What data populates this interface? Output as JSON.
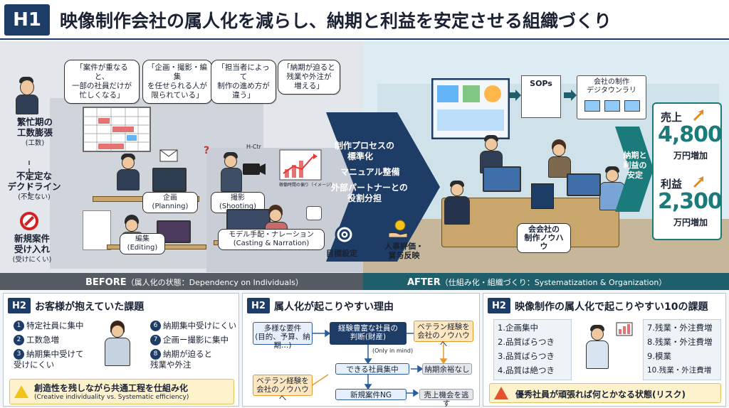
{
  "header": {
    "badge": "H1",
    "title": "映像制作会社の属人化を減らし、納期と利益を安定させる組織づくり"
  },
  "before": {
    "bubbles": [
      "「案件が重なると、\n一部の社員だけが\n忙しくなる」",
      "「企画・撮影・編集\nを任せられる人が\n限られている」",
      "「担当者によって\n制作の進め方が\n違う」",
      "「納期が迫ると\n残業や外注が\n増える」"
    ],
    "left_items": [
      {
        "main": "繁忙期の\n工数膨張",
        "sub": "(工数)"
      },
      {
        "main": "不定定な\nデクドライン",
        "sub": "(不定ない)"
      },
      {
        "main": "新規案件\n受け入れ",
        "sub": "(受けにくい)"
      }
    ],
    "roles": {
      "planning": "企画\n(Planning)",
      "shooting": "撮影\n(Shooting)",
      "editing": "編集\n(Editing)",
      "casting": "モデル手配・ナレーション\n(Casting & Narration)"
    },
    "camera_tag": "H-Ctr",
    "chart_caption": "稼働時間の偏り（イメージ）",
    "bar_label": "BEFORE",
    "bar_sub": "（属人化の状態：Dependency on Individuals）"
  },
  "transition": {
    "lines": [
      "制作プロセスの",
      "標準化",
      "マニュアル整備",
      "外部パートナーとの",
      "役割分担"
    ],
    "goal": "目標設定",
    "hr": "人事評価・\n賞与反映"
  },
  "after": {
    "sops": "SOPs",
    "library": "会社の制作\nデジタウンラリ",
    "knowhow": "会会社の\n制作ノウハウ",
    "stability": "納期と\n利益の\n安定",
    "sales": {
      "label": "売上",
      "value": "4,800",
      "unit": "万円増加"
    },
    "profit": {
      "label": "利益",
      "value": "2,300",
      "unit": "万円増加"
    },
    "bar_label": "AFTER",
    "bar_sub": "（仕組み化・組織づくり：Systematization & Organization）"
  },
  "panel1": {
    "badge": "H2",
    "title": "お客様が抱えていた課題",
    "items": [
      "特定社員に集中",
      "工数急増",
      "納期集中受けて\n受けにくい",
      "納期集中受けにくい",
      "企画ー撮影に集中",
      "納期が迫ると\n残業や外注"
    ],
    "warning": "創造性を残しながら共通工程を仕組み化",
    "warning_sub": "(Creative individuality vs. Systematic efficiency)"
  },
  "panel2": {
    "badge": "H2",
    "title": "属人化が起こりやすい理由",
    "nodes": {
      "reqs": "多様な要件\n(目的、予算、納期…)",
      "judgment": "経験豊富な社員の\n判断(財産)",
      "veteran_top": "ベテラン経験を\n会社のノウハウへ",
      "only": "(Only in mind)",
      "concentrate": "できる社員集中",
      "no_margin": "納期余裕なし",
      "veteran_bottom": "ベテラン経験を\n会社のノウハウへ",
      "new_ng": "新規案件NG",
      "lost": "売上機会を逃す"
    }
  },
  "panel3": {
    "badge": "H2",
    "title": "映像制作の属人化で起こりやすい10の課題",
    "left": [
      "1.企画集中",
      "2.品質ばらつき",
      "3.品質ばらつき",
      "4.品質は絶つき"
    ],
    "right": [
      "7.残業・外注費増",
      "8.残業・外注費増",
      "9.模業",
      "10.残業・外注費増"
    ],
    "warning": "優秀社員が頑張れば何とかなる状態(リスク)"
  },
  "colors": {
    "navy": "#1d3c66",
    "teal": "#1b7a7a",
    "orange": "#e58a1f"
  }
}
